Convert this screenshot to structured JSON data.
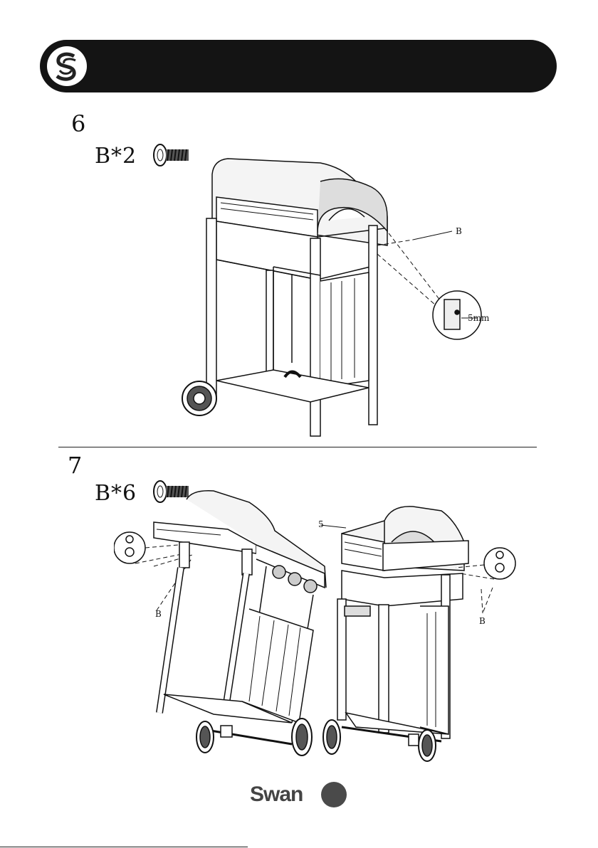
{
  "header": {
    "logo": "swan-s-logo-icon"
  },
  "steps": [
    {
      "number": "6",
      "quantity": "B*2",
      "callouts": {
        "screw_label": "B",
        "measurement": "5mm"
      }
    },
    {
      "number": "7",
      "quantity": "B*6",
      "callouts": {
        "part_label": "5",
        "screw_label_left": "B",
        "screw_label_right": "B"
      }
    }
  ],
  "footer": {
    "brand": "Swan"
  },
  "colors": {
    "header_bg": "#141414",
    "line": "#222222",
    "footer_logo": "#444444"
  }
}
